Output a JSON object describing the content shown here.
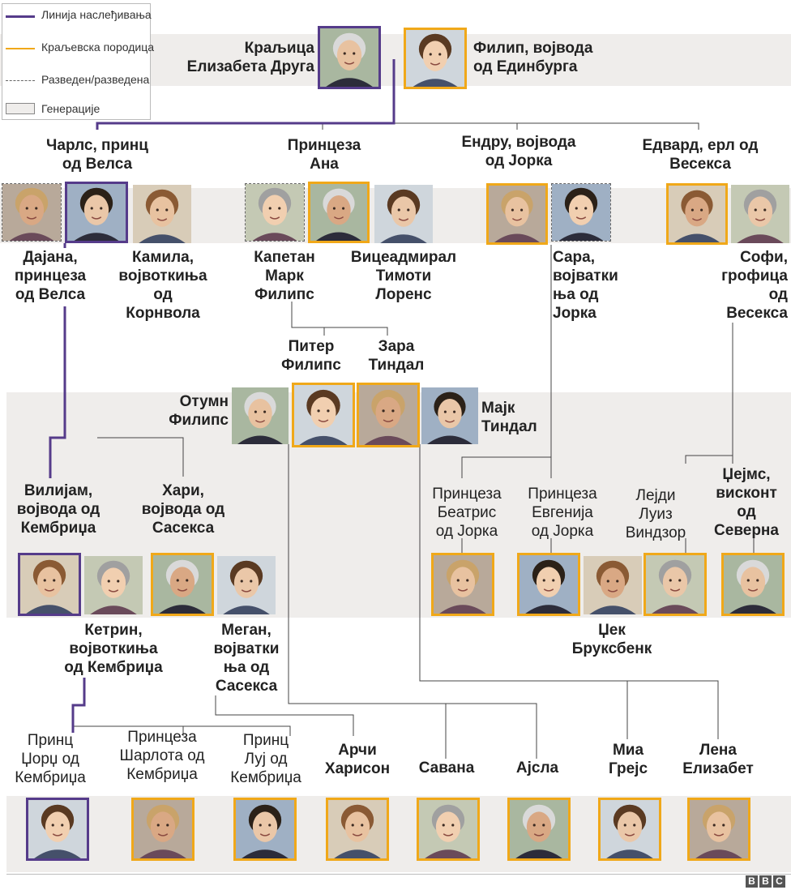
{
  "legend": {
    "succession": "Линија наслеђивања",
    "royal": "Краљевска породица",
    "divorced": "Разведен/разведена",
    "generations": "Генерације"
  },
  "colors": {
    "succession": "#553b8a",
    "royal": "#f0a819",
    "band": "#efedeb",
    "divorced": "#666666"
  },
  "people": {
    "elizabeth": "Краљица\nЕлизабета Друга",
    "philip": "Филип, војвода\nод Единбурга",
    "charles": "Чарлс, принц\nод Велса",
    "anne": "Принцеза\nАна",
    "andrew": "Ендру, војвода\nод Јорка",
    "edward": "Едвард, ерл од\nВесекса",
    "diana": "Дајана,\nпринцеза\nод Велса",
    "camilla": "Камила,\nвојвоткиња\nод\nКорнвола",
    "mark": "Капетан\nМарк\nФилипс",
    "timothy": "Вицеадмирал\nТимоти\nЛоренс",
    "sarah": "Сара,\nвојватки\nња од\nЈорка",
    "sophie": "Софи,\nгрофица\nод\nВесекса",
    "peter": "Питер\nФилипс",
    "zara": "Зара\nТиндал",
    "autumn": "Отумн\nФилипс",
    "mike": "Мајк\nТиндал",
    "william": "Вилијам,\nвојвода од\nКембриџа",
    "harry": "Хари,\nвојвода од\nСасекса",
    "beatrice": "Принцеза\nБеатрис\nод Јорка",
    "eugenie": "Принцеза\nЕвгенија\nод Јорка",
    "louise": "Лејди\nЛуиз\nВиндзор",
    "james": "Џејмс,\nвисконт\nод\nСеверна",
    "catherine": "Кетрин,\nвојвоткиња\nод Кембриџа",
    "meghan": "Меган,\nвојватки\nња од\nСасекса",
    "jack": "Џек\nБруксбенк",
    "george": "Принц\nЏорџ од\nКембриџа",
    "charlotte": "Принцеза\nШарлота од\nКембриџа",
    "louis": "Принц\nЛуј од\nКембриџа",
    "archie": "Арчи\nХарисон",
    "savannah": "Савана",
    "isla": "Ајсла",
    "mia": "Миа\nГрејс",
    "lena": "Лена\nЕлизабет"
  },
  "logo": [
    "B",
    "B",
    "C"
  ]
}
